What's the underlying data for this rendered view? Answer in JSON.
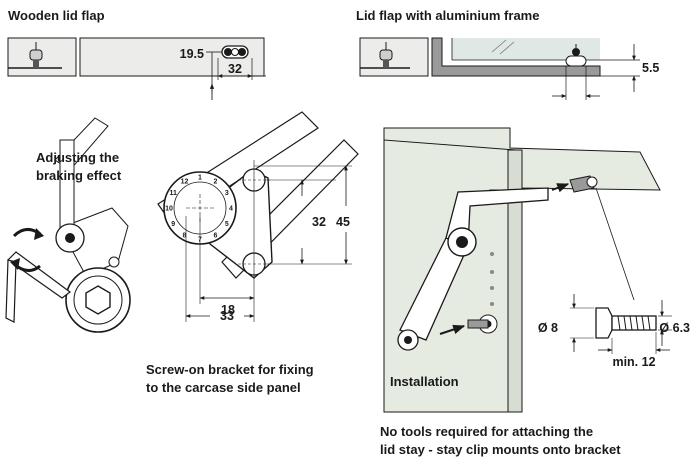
{
  "captions": {
    "wooden_lid_flap": "Wooden lid flap",
    "aluminium_frame": "Lid flap with aluminium frame",
    "adjusting_line1": "Adjusting the",
    "adjusting_line2": "braking effect",
    "screw_on_line1": "Screw-on bracket for fixing",
    "screw_on_line2": "to the carcase side panel",
    "installation": "Installation",
    "no_tools_line1": "No tools required for attaching the",
    "no_tools_line2": "lid stay - stay clip mounts onto bracket"
  },
  "dimensions": {
    "wooden_offset": "19.5",
    "wooden_width": "32",
    "alu_height": "5.5",
    "bracket_vertical": "32",
    "bracket_total": "45",
    "bracket_horizontal": "18",
    "bracket_width": "33",
    "pin_diameter": "Ø 8",
    "pin_thread": "Ø 6.3",
    "pin_min_length": "min. 12"
  },
  "dial_numbers": [
    "1",
    "2",
    "3",
    "4",
    "5",
    "6",
    "7",
    "8",
    "9",
    "10",
    "11",
    "12"
  ],
  "colors": {
    "panel_fill": "#ececea",
    "frame_fill": "#9a9a9a",
    "glass_fill": "#dfe8e4",
    "cabinet_fill": "#e6ebe2",
    "line": "#1a1a1a"
  }
}
